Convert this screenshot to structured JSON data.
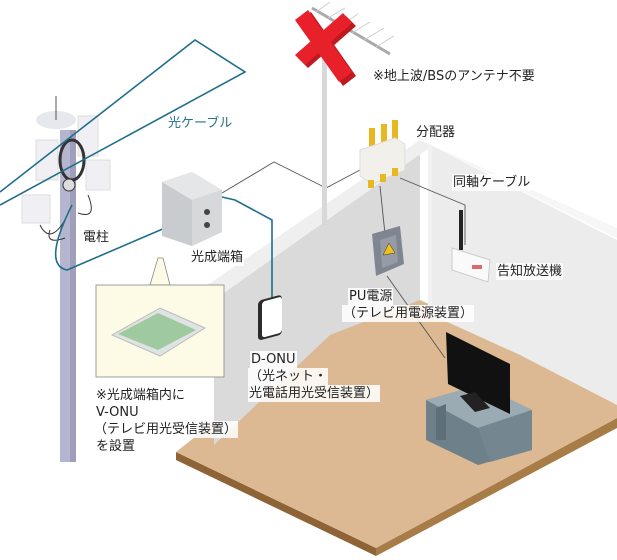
{
  "diagram": {
    "title": "光ケーブル配線構成図",
    "colors": {
      "fiber_cable": "#1f6f8b",
      "coax_cable": "#555555",
      "cross_mark": "#e8202a",
      "floor": "#dcb992",
      "floor_edge": "#9b7040",
      "wall": "#e6e6e6",
      "tv_stand": "#8fa3ad",
      "callout_bg": "#fdfbe6"
    },
    "labels": {
      "antenna_note": "※地上波/BSのアンテナ不要",
      "fiber_cable": "光ケーブル",
      "splitter": "分配器",
      "coax_cable": "同軸ケーブル",
      "utility_pole": "電柱",
      "optical_terminal_box": "光成端箱",
      "announcement_receiver": "告知放送機",
      "pu_power_line1": "PU電源",
      "pu_power_line2": "（テレビ用電源装置）",
      "d_onu_line1": "D-ONU",
      "d_onu_line2": "（光ネット・",
      "d_onu_line3": "光電話用光受信装置）",
      "v_onu_line1": "※光成端箱内に",
      "v_onu_line2": "V-ONU",
      "v_onu_line3": "（テレビ用光受信装置）",
      "v_onu_line4": "を設置"
    },
    "components": [
      {
        "id": "utility-pole",
        "name": "電柱"
      },
      {
        "id": "antenna",
        "name": "地上波/BSアンテナ",
        "status": "不要"
      },
      {
        "id": "optical-terminal-box",
        "name": "光成端箱"
      },
      {
        "id": "v-onu",
        "name": "V-ONU"
      },
      {
        "id": "splitter",
        "name": "分配器"
      },
      {
        "id": "pu-power",
        "name": "PU電源"
      },
      {
        "id": "d-onu",
        "name": "D-ONU"
      },
      {
        "id": "announcement-receiver",
        "name": "告知放送機"
      },
      {
        "id": "tv",
        "name": "テレビ"
      }
    ],
    "connections": [
      {
        "from": "utility-pole",
        "to": "optical-terminal-box",
        "type": "光ケーブル"
      },
      {
        "from": "optical-terminal-box",
        "to": "d-onu",
        "type": "光ケーブル"
      },
      {
        "from": "optical-terminal-box",
        "to": "splitter",
        "type": "同軸ケーブル"
      },
      {
        "from": "splitter",
        "to": "pu-power",
        "type": "同軸ケーブル"
      },
      {
        "from": "splitter",
        "to": "announcement-receiver",
        "type": "同軸ケーブル"
      },
      {
        "from": "pu-power",
        "to": "tv",
        "type": "同軸ケーブル"
      }
    ]
  }
}
